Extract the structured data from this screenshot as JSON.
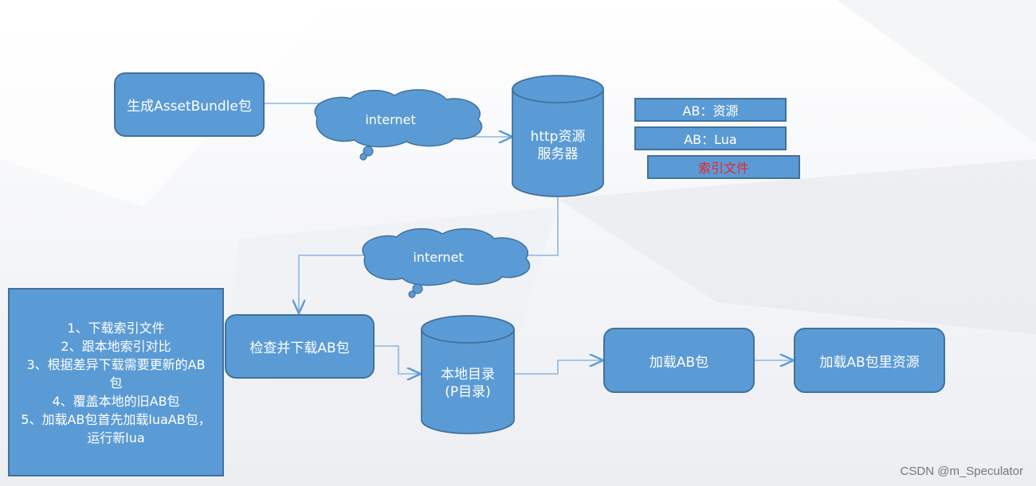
{
  "nodes": {
    "generate": "生成AssetBundle包",
    "cloud_top": "internet",
    "server": "http资源\n服务器",
    "cloud_mid": "internet",
    "check_download": "检查并下载AB包",
    "local_dir": "本地目录\n(P目录)",
    "load_ab": "加载AB包",
    "load_resources": "加载AB包里资源"
  },
  "server_contents": {
    "ab_resources": "AB：资源",
    "ab_lua": "AB：Lua",
    "index_file": "索引文件"
  },
  "steps": [
    "1、下载索引文件",
    "2、跟本地索引对比",
    "3、根据差异下载需要更新的AB包",
    "4、覆盖本地的旧AB包",
    "5、加载AB包首先加载luaAB包，运行新lua"
  ],
  "colors": {
    "fill": "#5b9bd5",
    "border": "#41719c",
    "text": "#ffffff",
    "index_text": "#e8242a"
  },
  "watermark": "CSDN @m_Speculator"
}
